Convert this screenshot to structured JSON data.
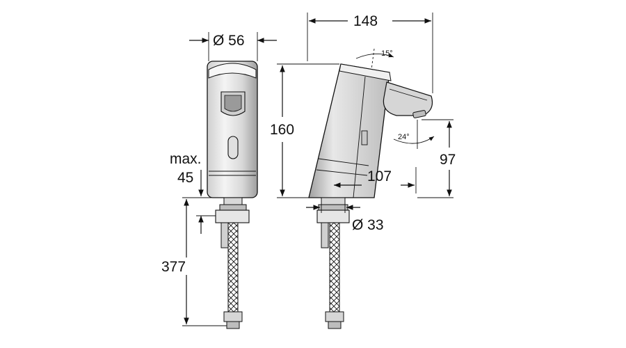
{
  "dimensions": {
    "diameter_body": "Ø 56",
    "max_label": "max.",
    "max_value": "45",
    "length_hose": "377",
    "width_total": "148",
    "height_body": "160",
    "height_spout": "97",
    "reach_spout": "107",
    "diameter_base": "Ø 33",
    "angle_top": "15°",
    "angle_bottom": "24°"
  },
  "colors": {
    "line": "#111111",
    "shade_light": "#e6e6e6",
    "shade_mid": "#bdbdbd",
    "shade_dark": "#8a8a8a"
  }
}
